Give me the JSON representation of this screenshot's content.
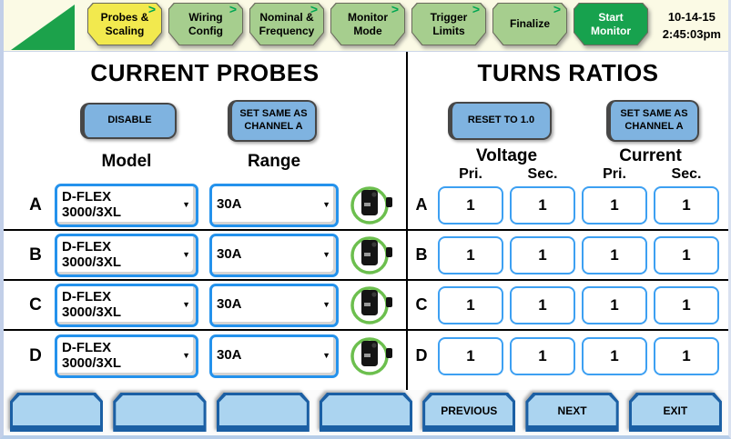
{
  "header": {
    "date": "10-14-15",
    "time": "2:45:03pm",
    "tab_arrow": ">",
    "tabs": [
      {
        "label": "Probes & Scaling",
        "state": "active"
      },
      {
        "label": "Wiring Config",
        "state": "normal"
      },
      {
        "label": "Nominal & Frequency",
        "state": "normal"
      },
      {
        "label": "Monitor Mode",
        "state": "normal"
      },
      {
        "label": "Trigger Limits",
        "state": "normal"
      },
      {
        "label": "Finalize",
        "state": "normal"
      },
      {
        "label": "Start Monitor",
        "state": "start"
      }
    ]
  },
  "current_probes": {
    "title": "CURRENT PROBES",
    "buttons": {
      "disable": "DISABLE",
      "set_same": "SET SAME AS CHANNEL A"
    },
    "columns": {
      "model": "Model",
      "range": "Range"
    },
    "rows": [
      {
        "channel": "A",
        "model": "D-FLEX 3000/3XL",
        "range": "30A"
      },
      {
        "channel": "B",
        "model": "D-FLEX 3000/3XL",
        "range": "30A"
      },
      {
        "channel": "C",
        "model": "D-FLEX 3000/3XL",
        "range": "30A"
      },
      {
        "channel": "D",
        "model": "D-FLEX 3000/3XL",
        "range": "30A"
      }
    ]
  },
  "turns_ratios": {
    "title": "TURNS RATIOS",
    "buttons": {
      "reset": "RESET TO 1.0",
      "set_same": "SET SAME AS CHANNEL A"
    },
    "groups": {
      "voltage": "Voltage",
      "current": "Current"
    },
    "sub_columns": {
      "pri": "Pri.",
      "sec": "Sec."
    },
    "rows": [
      {
        "channel": "A",
        "v_pri": "1",
        "v_sec": "1",
        "c_pri": "1",
        "c_sec": "1"
      },
      {
        "channel": "B",
        "v_pri": "1",
        "v_sec": "1",
        "c_pri": "1",
        "c_sec": "1"
      },
      {
        "channel": "C",
        "v_pri": "1",
        "v_sec": "1",
        "c_pri": "1",
        "c_sec": "1"
      },
      {
        "channel": "D",
        "v_pri": "1",
        "v_sec": "1",
        "c_pri": "1",
        "c_sec": "1"
      }
    ]
  },
  "footer": {
    "previous": "PREVIOUS",
    "next": "NEXT",
    "exit": "EXIT"
  },
  "icons": {
    "dropdown_arrow": "▼",
    "probe": "flex-probe-green-loop",
    "logo": "green-triangle"
  },
  "colors": {
    "tab_active": "#f2e94e",
    "tab_normal": "#a6ce8e",
    "tab_start": "#17a24e",
    "tab_arrow_green": "#00a651",
    "action_button_blue": "#7fb3e0",
    "combo_border_blue": "#2492ec",
    "ratio_border_blue": "#3da0f2",
    "footer_button_fill": "#abd4f0",
    "footer_button_border": "#1b5fa4",
    "topbar_bg": "#fbfae5"
  }
}
